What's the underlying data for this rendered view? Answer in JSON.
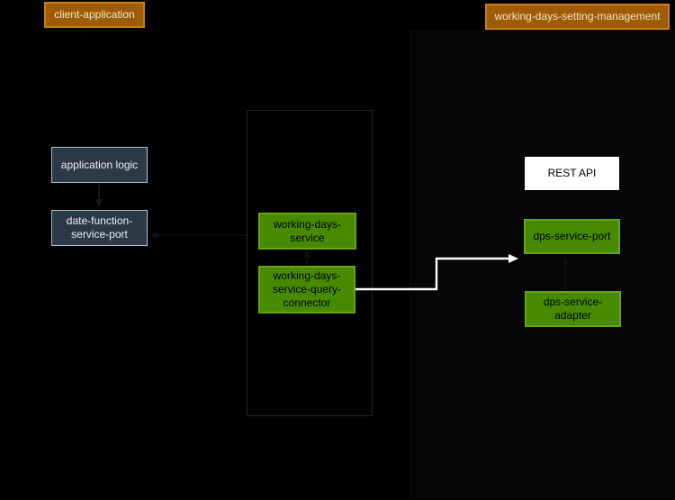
{
  "diagram": {
    "background_color": "#000000",
    "nodes": {
      "client_application": {
        "label": "client-application",
        "style": "orange-title"
      },
      "working_days_setting_management": {
        "label": "working-days-setting-management",
        "style": "orange-title"
      },
      "application_logic": {
        "label": "application logic",
        "style": "slate"
      },
      "date_function_service_port": {
        "label": "date-function-service-port",
        "style": "slate"
      },
      "working_days_container": {
        "label": "",
        "style": "outlined-container"
      },
      "working_days_service": {
        "label": "working-days-service",
        "style": "green"
      },
      "working_days_service_query_connector": {
        "label": "working-days-service-query-connector",
        "style": "green"
      },
      "rest_api": {
        "label": "REST API",
        "style": "white"
      },
      "dps_service_port": {
        "label": "dps-service-port",
        "style": "green"
      },
      "dps_service_adapter": {
        "label": "dps-service-adapter",
        "style": "green"
      }
    },
    "edges": [
      {
        "from": "application_logic",
        "to": "date_function_service_port",
        "color": "#141b22",
        "arrow": "down"
      },
      {
        "from": "working_days_service",
        "to": "date_function_service_port",
        "color": "#0e1216",
        "arrow": "left"
      },
      {
        "from": "working_days_service_query_connector",
        "to": "working_days_service",
        "color": "#0d1013",
        "arrow": "up"
      },
      {
        "from": "working_days_service_query_connector",
        "to": "dps_service_port_area",
        "color": "#ffffff",
        "arrow": "right"
      },
      {
        "from": "dps_service_adapter",
        "to": "dps_service_port",
        "color": "#0d1013",
        "arrow": "up"
      }
    ],
    "colors": {
      "canvas": "#000000",
      "orange_fill": "#9e5c08",
      "orange_border": "#c8810f",
      "orange_text": "#f1e5c3",
      "slate_fill": "#2c3a46",
      "slate_border": "#a7c2d9",
      "green_fill": "#478a00",
      "green_border": "#65a50f",
      "white_fill": "#ffffff",
      "container_border": "#242424",
      "white_edge": "#ffffff"
    }
  }
}
